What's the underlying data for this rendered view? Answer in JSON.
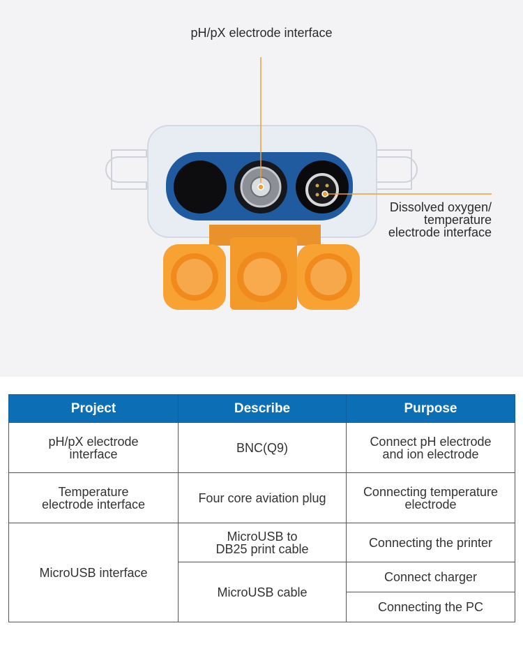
{
  "callouts": {
    "top": "pH/pX electrode interface",
    "side_lines": [
      "Dissolved oxygen/",
      "temperature",
      "electrode interface"
    ]
  },
  "colors": {
    "header_bg": "#0c6fb6",
    "connector_orange": "#f7a233",
    "panel_blue": "#1f5b9e",
    "leader_line": "#f0a030"
  },
  "table": {
    "headers": [
      "Project",
      "Describe",
      "Purpose"
    ],
    "rows": [
      {
        "project": [
          "pH/pX electrode",
          "interface"
        ],
        "describe": [
          "BNC(Q9)"
        ],
        "purpose": [
          "Connect pH electrode",
          "and ion electrode"
        ]
      },
      {
        "project": [
          "Temperature",
          "electrode interface"
        ],
        "describe": [
          "Four core aviation plug"
        ],
        "purpose": [
          "Connecting temperature",
          "electrode"
        ]
      },
      {
        "project": [
          "MicroUSB interface"
        ],
        "describe": [
          "MicroUSB to",
          "DB25 print cable"
        ],
        "purpose": [
          "Connecting the printer"
        ]
      },
      {
        "describe": [
          "MicroUSB cable"
        ],
        "purpose": [
          "Connect charger"
        ]
      },
      {
        "purpose": [
          "Connecting the PC"
        ]
      }
    ]
  }
}
